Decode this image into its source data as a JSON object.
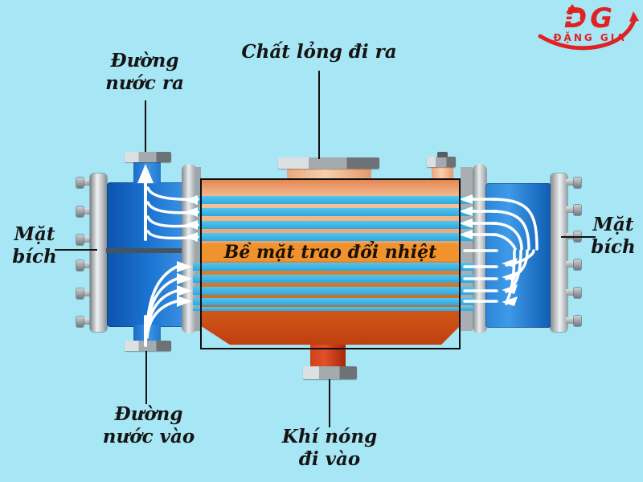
{
  "logo": {
    "initials": "DG",
    "name": "ĐẶNG GIA"
  },
  "labels": {
    "water_out": {
      "line1": "Đường",
      "line2": "nước ra"
    },
    "liquid_out": {
      "text": "Chất lỏng đi ra"
    },
    "flange_left": {
      "line1": "Mặt",
      "line2": "bích"
    },
    "flange_right": {
      "line1": "Mặt",
      "line2": "bích"
    },
    "heat_surface": {
      "text": "Bề mặt trao đổi nhiệt"
    },
    "water_in": {
      "line1": "Đường",
      "line2": "nước vào"
    },
    "hot_gas_in": {
      "line1": "Khí nóng",
      "line2": "đi vào"
    }
  },
  "colors": {
    "background": "#a7e6f5",
    "shell_blue": "#1b74d2",
    "tube_cyan": "#38b4e6",
    "heat_band_orange": "#f0932d",
    "funnel_dark_orange": "#c64412",
    "pipe_red": "#c23318",
    "flange_gray": "#b9bec2",
    "label_text": "#141414",
    "logo_red": "#e02222",
    "flow_arrow_white": "#ffffff",
    "outline_black": "#0d0d0d"
  }
}
